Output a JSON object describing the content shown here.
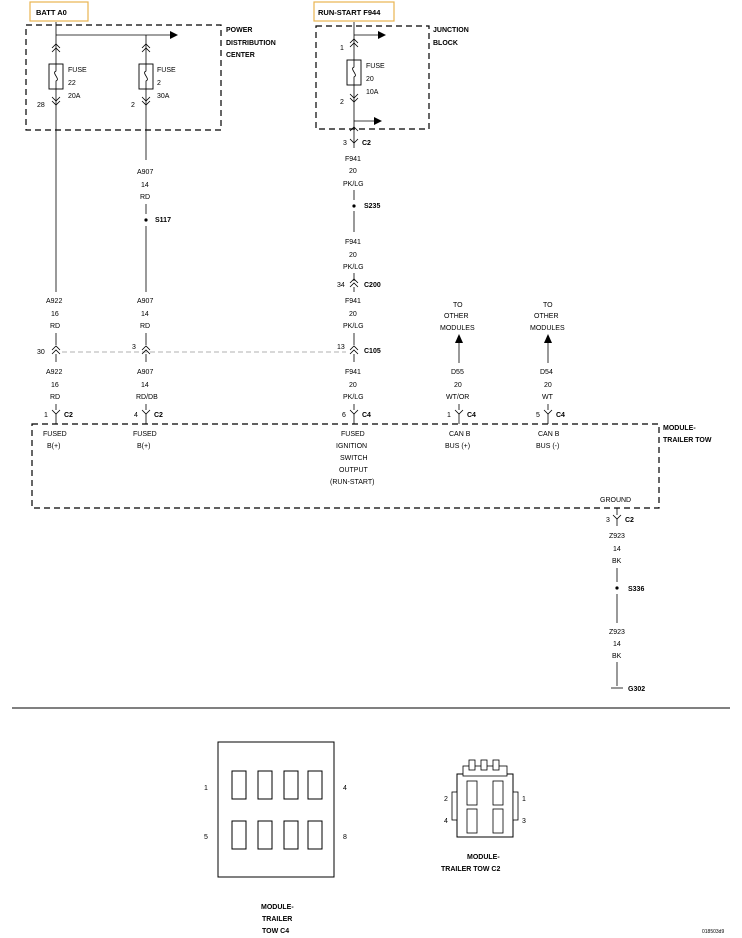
{
  "sources": {
    "batt": "BATT A0",
    "run_start": "RUN-START F944"
  },
  "components": {
    "pdc": [
      "POWER",
      "DISTRIBUTION",
      "CENTER"
    ],
    "jb": [
      "JUNCTION",
      "BLOCK"
    ],
    "module": [
      "MODULE-",
      "TRAILER TOW"
    ],
    "ground_label": "GROUND"
  },
  "fuses": [
    {
      "id": "pdc22",
      "label": "FUSE",
      "number": "22",
      "rating": "20A",
      "pin_out": "28"
    },
    {
      "id": "pdc2",
      "label": "FUSE",
      "number": "2",
      "rating": "30A",
      "pin_out": "2"
    },
    {
      "id": "jb20",
      "label": "FUSE",
      "number": "20",
      "rating": "10A",
      "pin_in": "1",
      "pin_out": "2"
    }
  ],
  "wires": {
    "a922_top": [
      "A922",
      "16",
      "RD"
    ],
    "a907_top": [
      "A907",
      "14",
      "RD"
    ],
    "a907_mid": [
      "A907",
      "14",
      "RD"
    ],
    "f941_1": [
      "F941",
      "20",
      "PK/LG"
    ],
    "f941_2": [
      "F941",
      "20",
      "PK/LG"
    ],
    "f941_3": [
      "F941",
      "20",
      "PK/LG"
    ],
    "a922_bot": [
      "A922",
      "16",
      "RD"
    ],
    "a907_bot": [
      "A907",
      "14",
      "RD/DB"
    ],
    "f941_bot": [
      "F941",
      "20",
      "PK/LG"
    ],
    "d55": [
      "D55",
      "20",
      "WT/OR"
    ],
    "d54": [
      "D54",
      "20",
      "WT"
    ],
    "z923_1": [
      "Z923",
      "14",
      "BK"
    ],
    "z923_2": [
      "Z923",
      "14",
      "BK"
    ]
  },
  "connectors": {
    "jb_c2": {
      "pin": "3",
      "name": "C2"
    },
    "c200": {
      "pin": "34",
      "name": "C200"
    },
    "c105_a": {
      "pin": "30"
    },
    "c105_b": {
      "pin": "3"
    },
    "c105_c": {
      "pin": "13",
      "name": "C105"
    },
    "m1": {
      "pin": "1",
      "name": "C2"
    },
    "m2": {
      "pin": "4",
      "name": "C2"
    },
    "m3": {
      "pin": "6",
      "name": "C4"
    },
    "m4": {
      "pin": "1",
      "name": "C4"
    },
    "m5": {
      "pin": "5",
      "name": "C4"
    },
    "gnd_c2": {
      "pin": "3",
      "name": "C2"
    }
  },
  "splices": {
    "s117": "S117",
    "s235": "S235",
    "s336": "S336",
    "g302": "G302"
  },
  "to_other": [
    "TO",
    "OTHER",
    "MODULES"
  ],
  "pin_functions": {
    "p1": [
      "FUSED",
      "B(+)"
    ],
    "p2": [
      "FUSED",
      "B(+)"
    ],
    "p3": [
      "FUSED",
      "IGNITION",
      "SWITCH",
      "OUTPUT",
      "(RUN-START)"
    ],
    "p4": [
      "CAN B",
      "BUS (+)"
    ],
    "p5": [
      "CAN B",
      "BUS (-)"
    ]
  },
  "connector_views": {
    "c4": {
      "title": [
        "MODULE-",
        "TRAILER",
        "TOW C4"
      ],
      "pins": [
        "1",
        "4",
        "5",
        "8"
      ]
    },
    "c2": {
      "title": [
        "MODULE-",
        "TRAILER TOW C2"
      ],
      "pins": [
        "2",
        "1",
        "4",
        "3"
      ]
    }
  },
  "figure_id": "018503d9"
}
